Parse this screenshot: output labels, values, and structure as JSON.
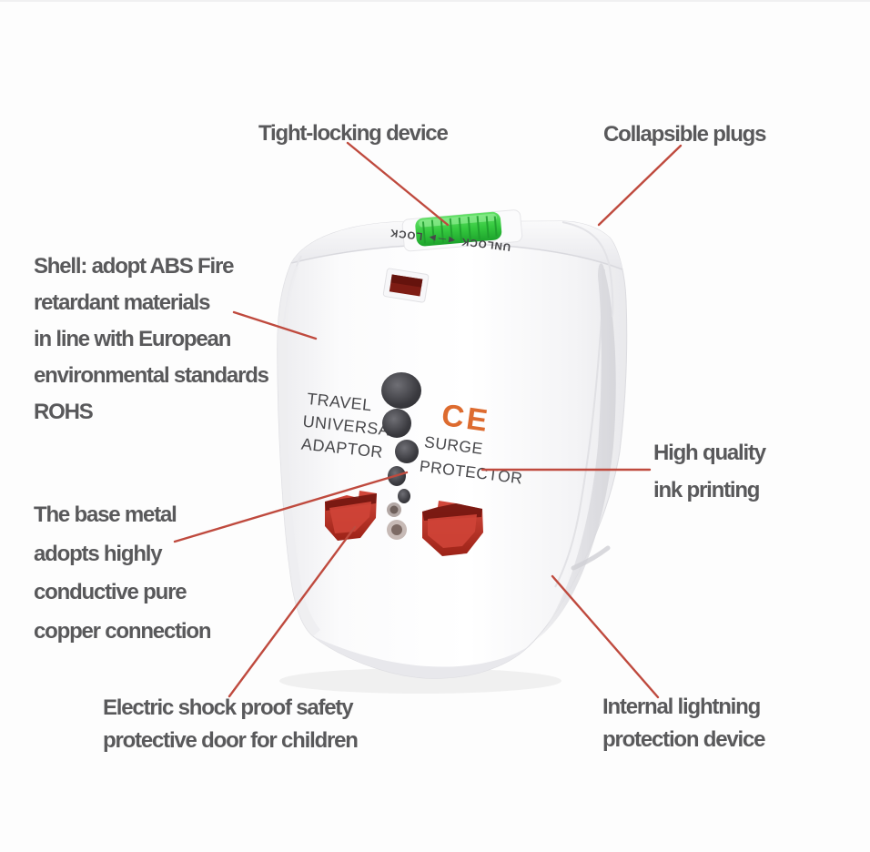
{
  "image_type": "annotated product feature diagram",
  "product_name": "Universal Travel Adaptor with Surge Protector",
  "colors": {
    "background": "#fdfdfd",
    "label_text": "#59595b",
    "callout_line": "#bf4a3e",
    "slider_green": "#35c93f",
    "ce_orange": "#dd6b2f",
    "socket_red": "#c5札e32",
    "socket_red_fix": "#c53e32",
    "marking_gray": "#48484b"
  },
  "device": {
    "markings": {
      "slider_label": "UNLOCK ◄─► LOCK",
      "brand_lines": [
        "TRAVEL",
        "UNIVERSAL",
        "ADAPTOR"
      ],
      "ce_mark": "CE",
      "surge_lines": [
        "SURGE",
        "PROTECTOR"
      ]
    }
  },
  "annotations": [
    {
      "id": "tight-locking-device",
      "lines": [
        "Tight-locking device"
      ]
    },
    {
      "id": "collapsible-plugs",
      "lines": [
        "Collapsible plugs"
      ]
    },
    {
      "id": "shell-abs-materials",
      "lines": [
        "Shell: adopt ABS Fire",
        "retardant materials",
        "in line with European",
        "environmental standards",
        "ROHS"
      ]
    },
    {
      "id": "ink-printing",
      "lines": [
        "High quality",
        "ink printing"
      ]
    },
    {
      "id": "base-metal-copper",
      "lines": [
        "The base metal",
        "adopts highly",
        "conductive pure",
        "copper connection"
      ]
    },
    {
      "id": "shock-proof-door",
      "lines": [
        "Electric shock proof safety",
        "protective door for children"
      ]
    },
    {
      "id": "lightning-protection",
      "lines": [
        "Internal lightning",
        "protection device"
      ]
    }
  ]
}
